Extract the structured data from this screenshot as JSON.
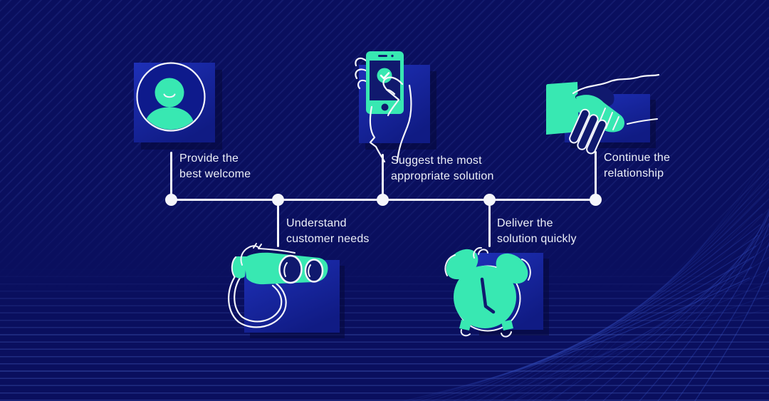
{
  "infographic": {
    "description": "Customer journey timeline with five steps",
    "steps": [
      {
        "id": "1",
        "name": "provide-welcome",
        "icon": "person-avatar-icon",
        "side": "above",
        "line1": "Provide the",
        "line2": "best welcome"
      },
      {
        "id": "2",
        "name": "understand-needs",
        "icon": "binoculars-icon",
        "side": "below",
        "line1": "Understand",
        "line2": "customer needs"
      },
      {
        "id": "3",
        "name": "suggest-solution",
        "icon": "phone-in-hand-icon",
        "side": "above",
        "line1": "Suggest the most",
        "line2": "appropriate solution"
      },
      {
        "id": "4",
        "name": "deliver-quickly",
        "icon": "alarm-clock-icon",
        "side": "below",
        "line1": "Deliver the",
        "line2": "solution quickly"
      },
      {
        "id": "5",
        "name": "continue-relationship",
        "icon": "handshake-icon",
        "side": "above",
        "line1": "Continue the",
        "line2": "relationship"
      }
    ]
  },
  "colors": {
    "background": "#0a0f5e",
    "panel_blue": "#1b2db2",
    "panel_blue_dark": "#101b84",
    "shadow_navy": "#06093f",
    "teal": "#38e8b2",
    "detail_navy": "#10196e",
    "line_white": "#f4f5fb",
    "text_white": "#edf0f8",
    "mesh_blue": "#3550c4"
  }
}
